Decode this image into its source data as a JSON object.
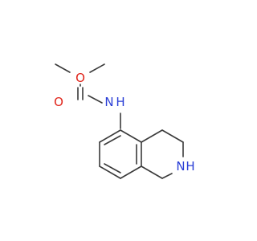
{
  "molecule": {
    "atoms": {
      "carbonyl_oxygen": {
        "label": "O",
        "color": "#e0251b"
      },
      "ether_oxygen": {
        "label": "O",
        "color": "#e0251b"
      },
      "carbamate_nitrogen": {
        "label": "N",
        "color": "#2b3fd6"
      },
      "carbamate_hydrogen": {
        "label": "H",
        "color": "#2b3fd6"
      },
      "ring_nitrogen": {
        "label": "N",
        "color": "#2b3fd6"
      },
      "ring_hydrogen": {
        "label": "H",
        "color": "#2b3fd6"
      }
    },
    "bond_color": "#3a3a3a"
  }
}
